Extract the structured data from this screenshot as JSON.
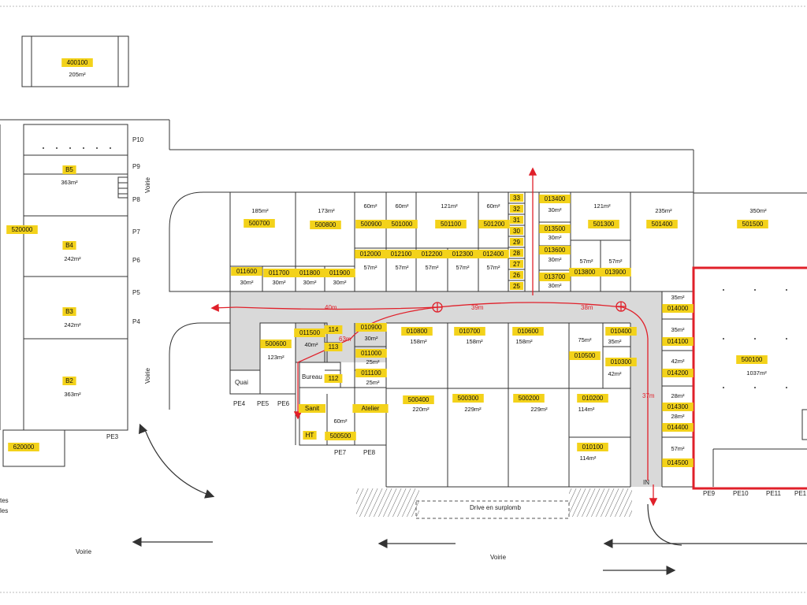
{
  "colors": {
    "highlight": "#f3d21a",
    "corridor": "#d9d9d9",
    "route": "#e0202a",
    "line": "#333333",
    "selected": "#e0202a"
  },
  "units": [
    {
      "id": "u400100",
      "label": "400100",
      "area": "205m²"
    },
    {
      "id": "uB5",
      "label": "B5",
      "area": "363m²"
    },
    {
      "id": "u520000",
      "label": "520000",
      "area": ""
    },
    {
      "id": "uB4",
      "label": "B4",
      "area": "242m²"
    },
    {
      "id": "uB3",
      "label": "B3",
      "area": "242m²"
    },
    {
      "id": "uB2",
      "label": "B2",
      "area": "363m²"
    },
    {
      "id": "u620000",
      "label": "620000",
      "area": ""
    },
    {
      "id": "u500700",
      "label": "500700",
      "area": "185m²"
    },
    {
      "id": "u500800",
      "label": "500800",
      "area": "173m²"
    },
    {
      "id": "u500900",
      "label": "500900",
      "area": "60m²"
    },
    {
      "id": "u501000",
      "label": "501000",
      "area": "60m²"
    },
    {
      "id": "u501100",
      "label": "501100",
      "area": "121m²"
    },
    {
      "id": "u501200",
      "label": "501200",
      "area": "60m²"
    },
    {
      "id": "u013400",
      "label": "013400",
      "area": "30m²"
    },
    {
      "id": "u013500",
      "label": "013500",
      "area": "30m²"
    },
    {
      "id": "u013600",
      "label": "013600",
      "area": "30m²"
    },
    {
      "id": "u013700",
      "label": "013700",
      "area": "30m²"
    },
    {
      "id": "u501300",
      "label": "501300",
      "area": "121m²"
    },
    {
      "id": "u013800",
      "label": "013800",
      "area": "57m²"
    },
    {
      "id": "u013900",
      "label": "013900",
      "area": "57m²"
    },
    {
      "id": "u501400",
      "label": "501400",
      "area": "235m²"
    },
    {
      "id": "u501500",
      "label": "501500",
      "area": "350m²"
    },
    {
      "id": "u011600",
      "label": "011600",
      "area": "30m²"
    },
    {
      "id": "u011700",
      "label": "011700",
      "area": "30m²"
    },
    {
      "id": "u011800",
      "label": "011800",
      "area": "30m²"
    },
    {
      "id": "u011900",
      "label": "011900",
      "area": "30m²"
    },
    {
      "id": "u012000",
      "label": "012000",
      "area": "57m²"
    },
    {
      "id": "u012100",
      "label": "012100",
      "area": "57m²"
    },
    {
      "id": "u012200",
      "label": "012200",
      "area": "57m²"
    },
    {
      "id": "u012300",
      "label": "012300",
      "area": "57m²"
    },
    {
      "id": "u012400",
      "label": "012400",
      "area": "57m²"
    },
    {
      "id": "u500600",
      "label": "500600",
      "area": "123m²"
    },
    {
      "id": "u011500",
      "label": "011500",
      "area": "40m²"
    },
    {
      "id": "u114",
      "label": "114",
      "area": ""
    },
    {
      "id": "u113",
      "label": "113",
      "area": ""
    },
    {
      "id": "u112",
      "label": "112",
      "area": ""
    },
    {
      "id": "u010900",
      "label": "010900",
      "area": "30m²"
    },
    {
      "id": "u011000",
      "label": "011000",
      "area": "25m²"
    },
    {
      "id": "u011100",
      "label": "011100",
      "area": "25m²"
    },
    {
      "id": "u010800",
      "label": "010800",
      "area": "158m²"
    },
    {
      "id": "u010700",
      "label": "010700",
      "area": "158m²"
    },
    {
      "id": "u010600",
      "label": "010600",
      "area": "158m²"
    },
    {
      "id": "u010500",
      "label": "010500",
      "area": "75m²"
    },
    {
      "id": "u010400",
      "label": "010400",
      "area": "35m²"
    },
    {
      "id": "u010300",
      "label": "010300",
      "area": "42m²"
    },
    {
      "id": "u500400",
      "label": "500400",
      "area": "220m²"
    },
    {
      "id": "u500300",
      "label": "500300",
      "area": "229m²"
    },
    {
      "id": "u500200",
      "label": "500200",
      "area": "229m²"
    },
    {
      "id": "u010200",
      "label": "010200",
      "area": "114m²"
    },
    {
      "id": "u010100",
      "label": "010100",
      "area": "114m²"
    },
    {
      "id": "uSanit",
      "label": "Sanit",
      "area": ""
    },
    {
      "id": "uAtelier",
      "label": "Atelier",
      "area": ""
    },
    {
      "id": "uHT",
      "label": "HT",
      "area": ""
    },
    {
      "id": "u500500",
      "label": "500500",
      "area": "60m²"
    },
    {
      "id": "u014000",
      "label": "014000",
      "area": "35m²"
    },
    {
      "id": "u014100",
      "label": "014100",
      "area": "35m²"
    },
    {
      "id": "u014200",
      "label": "014200",
      "area": "42m²"
    },
    {
      "id": "u014300",
      "label": "014300",
      "area": "28m²"
    },
    {
      "id": "u014400",
      "label": "014400",
      "area": "28m²"
    },
    {
      "id": "u014500",
      "label": "014500",
      "area": "57m²"
    },
    {
      "id": "u500100",
      "label": "500100",
      "area": "1037m²"
    }
  ],
  "unit_numbers": [
    "33",
    "32",
    "31",
    "30",
    "29",
    "28",
    "27",
    "26",
    "25"
  ],
  "static_labels": {
    "quai": "Quai",
    "bureau": "Bureau",
    "drive": "Drive en surplomb",
    "voirie_bottom_left": "Voirie",
    "voirie_bottom": "Voirie",
    "voirie_v1": "Voirie",
    "voirie_v2": "Voirie",
    "in": "IN",
    "frag1": "tes",
    "frag2": "les"
  },
  "doors": [
    "P10",
    "P9",
    "P8",
    "P7",
    "P6",
    "P5",
    "P4",
    "PE3",
    "PE4",
    "PE5",
    "PE6",
    "PE7",
    "PE8",
    "PE9",
    "PE10",
    "PE11",
    "PE1"
  ],
  "distances": [
    "40m",
    "39m",
    "38m",
    "37m",
    "63m"
  ]
}
